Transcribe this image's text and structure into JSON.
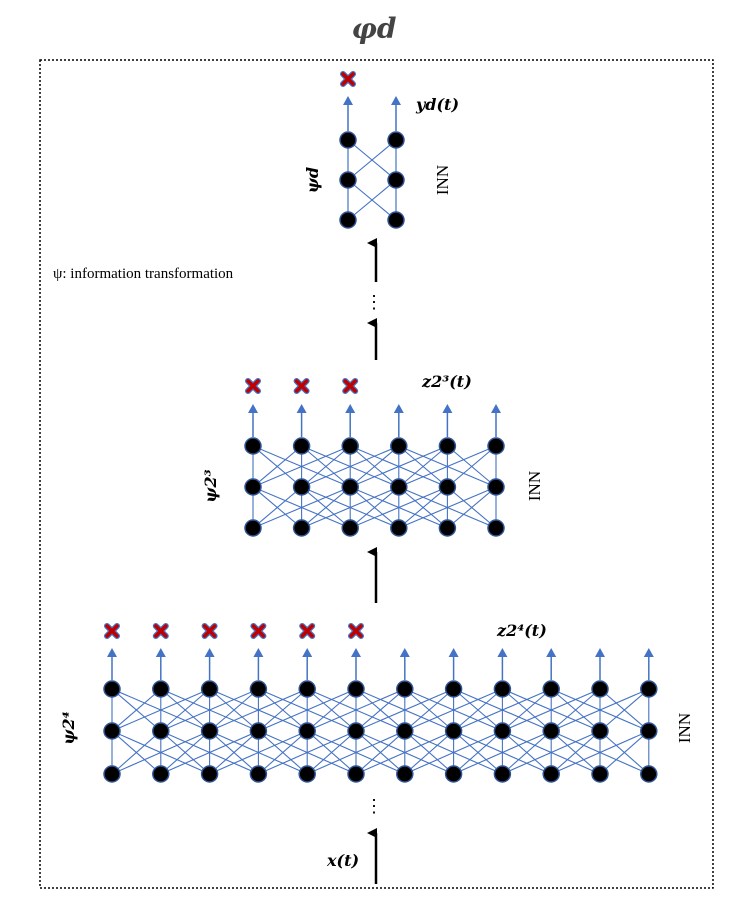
{
  "title": "φd",
  "legend": "ψ: information transformation",
  "ellipsis": "⋮",
  "colors": {
    "node_fill": "#000000",
    "node_stroke": "#2f5597",
    "edge": "#4472c4",
    "arrow_out": "#4472c4",
    "drop_mark": "#c00000",
    "drop_mark_outline": "#4472c4",
    "frame": "#000000"
  },
  "levels": [
    {
      "id": "top",
      "psi_label": "ψd",
      "inn_label": "INN",
      "output_label": "yd(t)",
      "node_count": 2,
      "layers": 3,
      "dropped_outputs": 1
    },
    {
      "id": "middle",
      "psi_label": "ψ2³",
      "inn_label": "INN",
      "output_label": "z2³(t)",
      "node_count": 6,
      "layers": 3,
      "dropped_outputs": 3
    },
    {
      "id": "bottom",
      "psi_label": "ψ2⁴",
      "inn_label": "INN",
      "output_label": "z2⁴(t)",
      "node_count": 12,
      "layers": 3,
      "dropped_outputs": 6
    }
  ],
  "input_label": "x(t)"
}
